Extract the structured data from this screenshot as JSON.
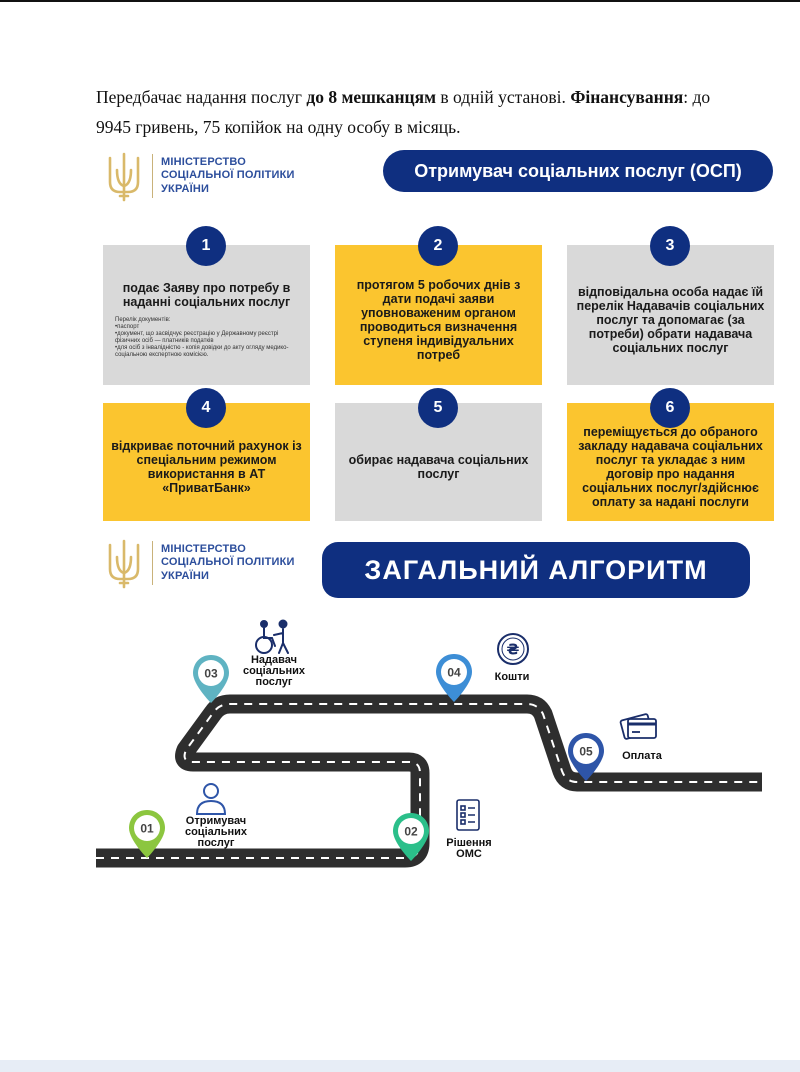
{
  "intro": {
    "p1": "Передбачає надання послуг ",
    "b1": "до 8 мешканцям",
    "p2": " в одній установі. ",
    "b2": "Фінансування",
    "p3": ": до 9945 гривень, 75 копійок на одну особу в місяць."
  },
  "ministry": {
    "line1": "МІНІСТЕРСТВО",
    "line2": "СОЦІАЛЬНОЇ ПОЛІТИКИ",
    "line3": "УКРАЇНИ"
  },
  "osp_title": "Отримувач соціальних послуг (ОСП)",
  "steps": [
    {
      "num": "1",
      "text": "подає Заяву про потребу в наданні соціальних послуг",
      "docs": [
        "Перелік документів:",
        "•паспорт",
        "•документ, що засвідчує реєстрацію у Державному реєстрі фізичних осіб — платників податків",
        "•для осіб з інвалідністю - копія довідки до акту огляду медико-соціальною експертною комісією."
      ]
    },
    {
      "num": "2",
      "text": "протягом 5 робочих днів з дати подачі заяви уповноваженим органом проводиться визначення ступеня індивідуальних потреб"
    },
    {
      "num": "3",
      "text": "відповідальна особа надає їй перелік Надавачів соціальних послуг та допомагає (за потреби) обрати надавача соціальних послуг"
    },
    {
      "num": "4",
      "text": "відкриває поточний рахунок із спеціальним режимом використання в АТ «ПриватБанк»"
    },
    {
      "num": "5",
      "text": "обирає надавача соціальних послуг"
    },
    {
      "num": "6",
      "text": "переміщується до обраного закладу надавача соціальних послуг та укладає з ним договір про надання соціальних послуг/здійснює оплату за надані послуги"
    }
  ],
  "algorithm_title": "ЗАГАЛЬНИЙ АЛГОРИТМ",
  "road": {
    "pins": [
      "01",
      "02",
      "03",
      "04",
      "05"
    ],
    "labels": [
      "Отримувач соціальних послуг",
      "Рішення ОМС",
      "Надавач соціальних послуг",
      "Кошти",
      "Оплата"
    ],
    "pin_colors": [
      "#8cc63f",
      "#2bbf8a",
      "#5fb3c2",
      "#3d8ed6",
      "#2e55a8"
    ],
    "currency_symbol": "₴"
  },
  "colors": {
    "navy": "#0f2f80",
    "yellow": "#fbc52f",
    "gray": "#d9d9d9",
    "logo_blue": "#2c4e9c",
    "logo_gold": "#d9b96a"
  },
  "icons": [
    "trident-icon",
    "person-icon",
    "wheelchair-caregiver-icon",
    "hryvnia-coin-icon",
    "checklist-document-icon",
    "credit-cards-icon",
    "map-pin-icon"
  ]
}
